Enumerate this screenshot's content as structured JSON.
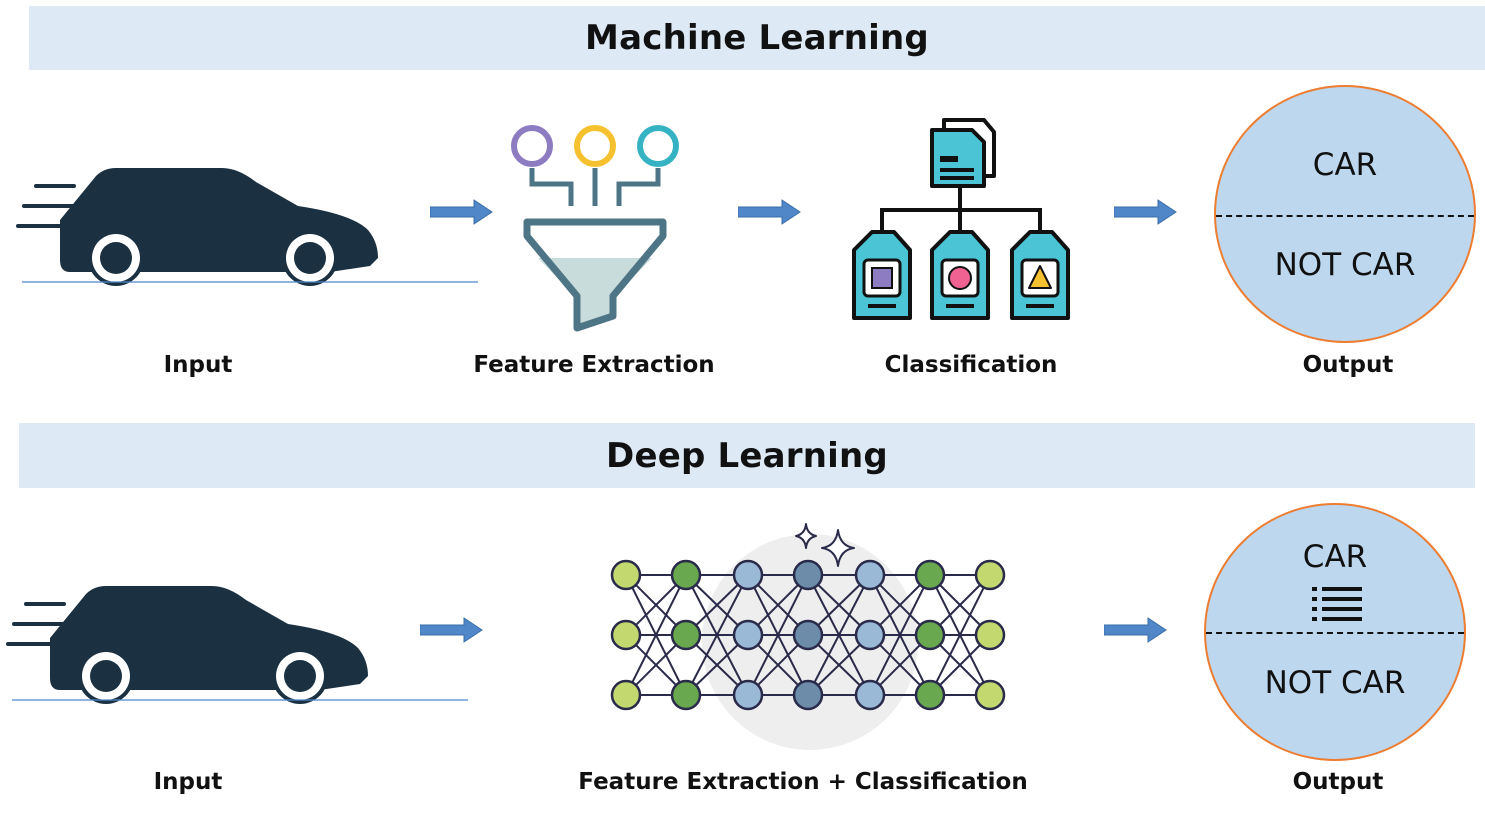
{
  "ml": {
    "title": "Machine Learning",
    "steps": {
      "input": "Input",
      "feature_extraction": "Feature Extraction",
      "classification": "Classification",
      "output": "Output"
    },
    "output_classes": {
      "positive": "CAR",
      "negative": "NOT CAR"
    }
  },
  "dl": {
    "title": "Deep Learning",
    "steps": {
      "input": "Input",
      "feature_classification": "Feature Extraction + Classification",
      "output": "Output"
    },
    "output_classes": {
      "positive": "CAR",
      "negative": "NOT CAR"
    }
  },
  "colors": {
    "banner_bg": "#dde9f5",
    "car": "#1b3142",
    "arrow": "#4f87c9",
    "output_fill": "#bdd7ee",
    "output_border": "#ed7d31",
    "funnel": "#4e7586",
    "node_light": "#c3d86f",
    "node_dark": "#6aa84f",
    "node_blue": "#9ab9d6",
    "node_steel": "#6c8ca9"
  },
  "icons": [
    "car-icon",
    "arrow-right-icon",
    "funnel-icon",
    "classification-tree-icon",
    "neural-network-icon",
    "sparkle-icon",
    "list-icon"
  ]
}
